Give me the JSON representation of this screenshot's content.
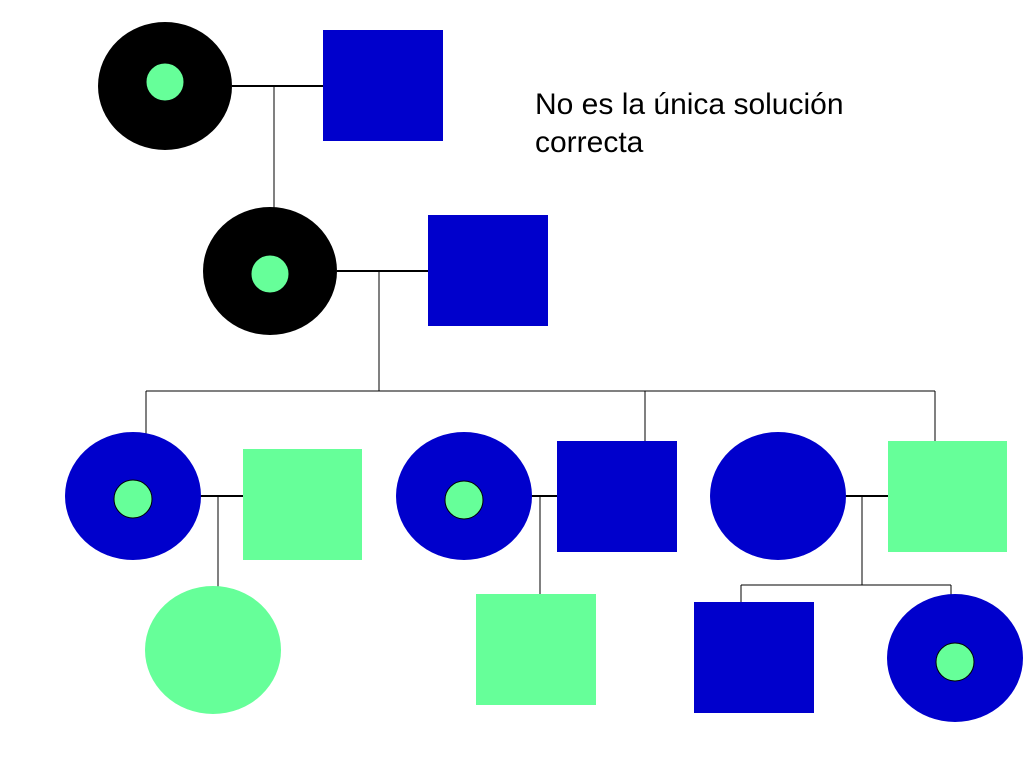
{
  "note": {
    "line1": "No es la única solución",
    "line2": "correcta"
  },
  "colors": {
    "black": "#000000",
    "blue": "#0000CC",
    "green": "#66FF99",
    "line": "#000000"
  },
  "pedigree": {
    "generation_1": [
      {
        "id": "g1-female",
        "shape": "circle",
        "fill": "black",
        "inner_dot": "green"
      },
      {
        "id": "g1-male",
        "shape": "square",
        "fill": "blue"
      }
    ],
    "generation_2": [
      {
        "id": "g2-female",
        "shape": "circle",
        "fill": "black",
        "inner_dot": "green"
      },
      {
        "id": "g2-male",
        "shape": "square",
        "fill": "blue"
      }
    ],
    "generation_3": [
      {
        "id": "g3-female-1",
        "shape": "circle",
        "fill": "blue",
        "inner_dot": "green"
      },
      {
        "id": "g3-spouse-1",
        "shape": "square",
        "fill": "green"
      },
      {
        "id": "g3-female-2",
        "shape": "circle",
        "fill": "blue",
        "inner_dot": "green"
      },
      {
        "id": "g3-spouse-2",
        "shape": "square",
        "fill": "blue"
      },
      {
        "id": "g3-female-3",
        "shape": "circle",
        "fill": "blue"
      },
      {
        "id": "g3-spouse-3",
        "shape": "square",
        "fill": "green"
      }
    ],
    "generation_4": [
      {
        "id": "g4-female-1",
        "shape": "circle",
        "fill": "green"
      },
      {
        "id": "g4-male-2",
        "shape": "square",
        "fill": "green"
      },
      {
        "id": "g4-male-3",
        "shape": "square",
        "fill": "blue"
      },
      {
        "id": "g4-female-3",
        "shape": "circle",
        "fill": "blue",
        "inner_dot": "green"
      }
    ]
  }
}
